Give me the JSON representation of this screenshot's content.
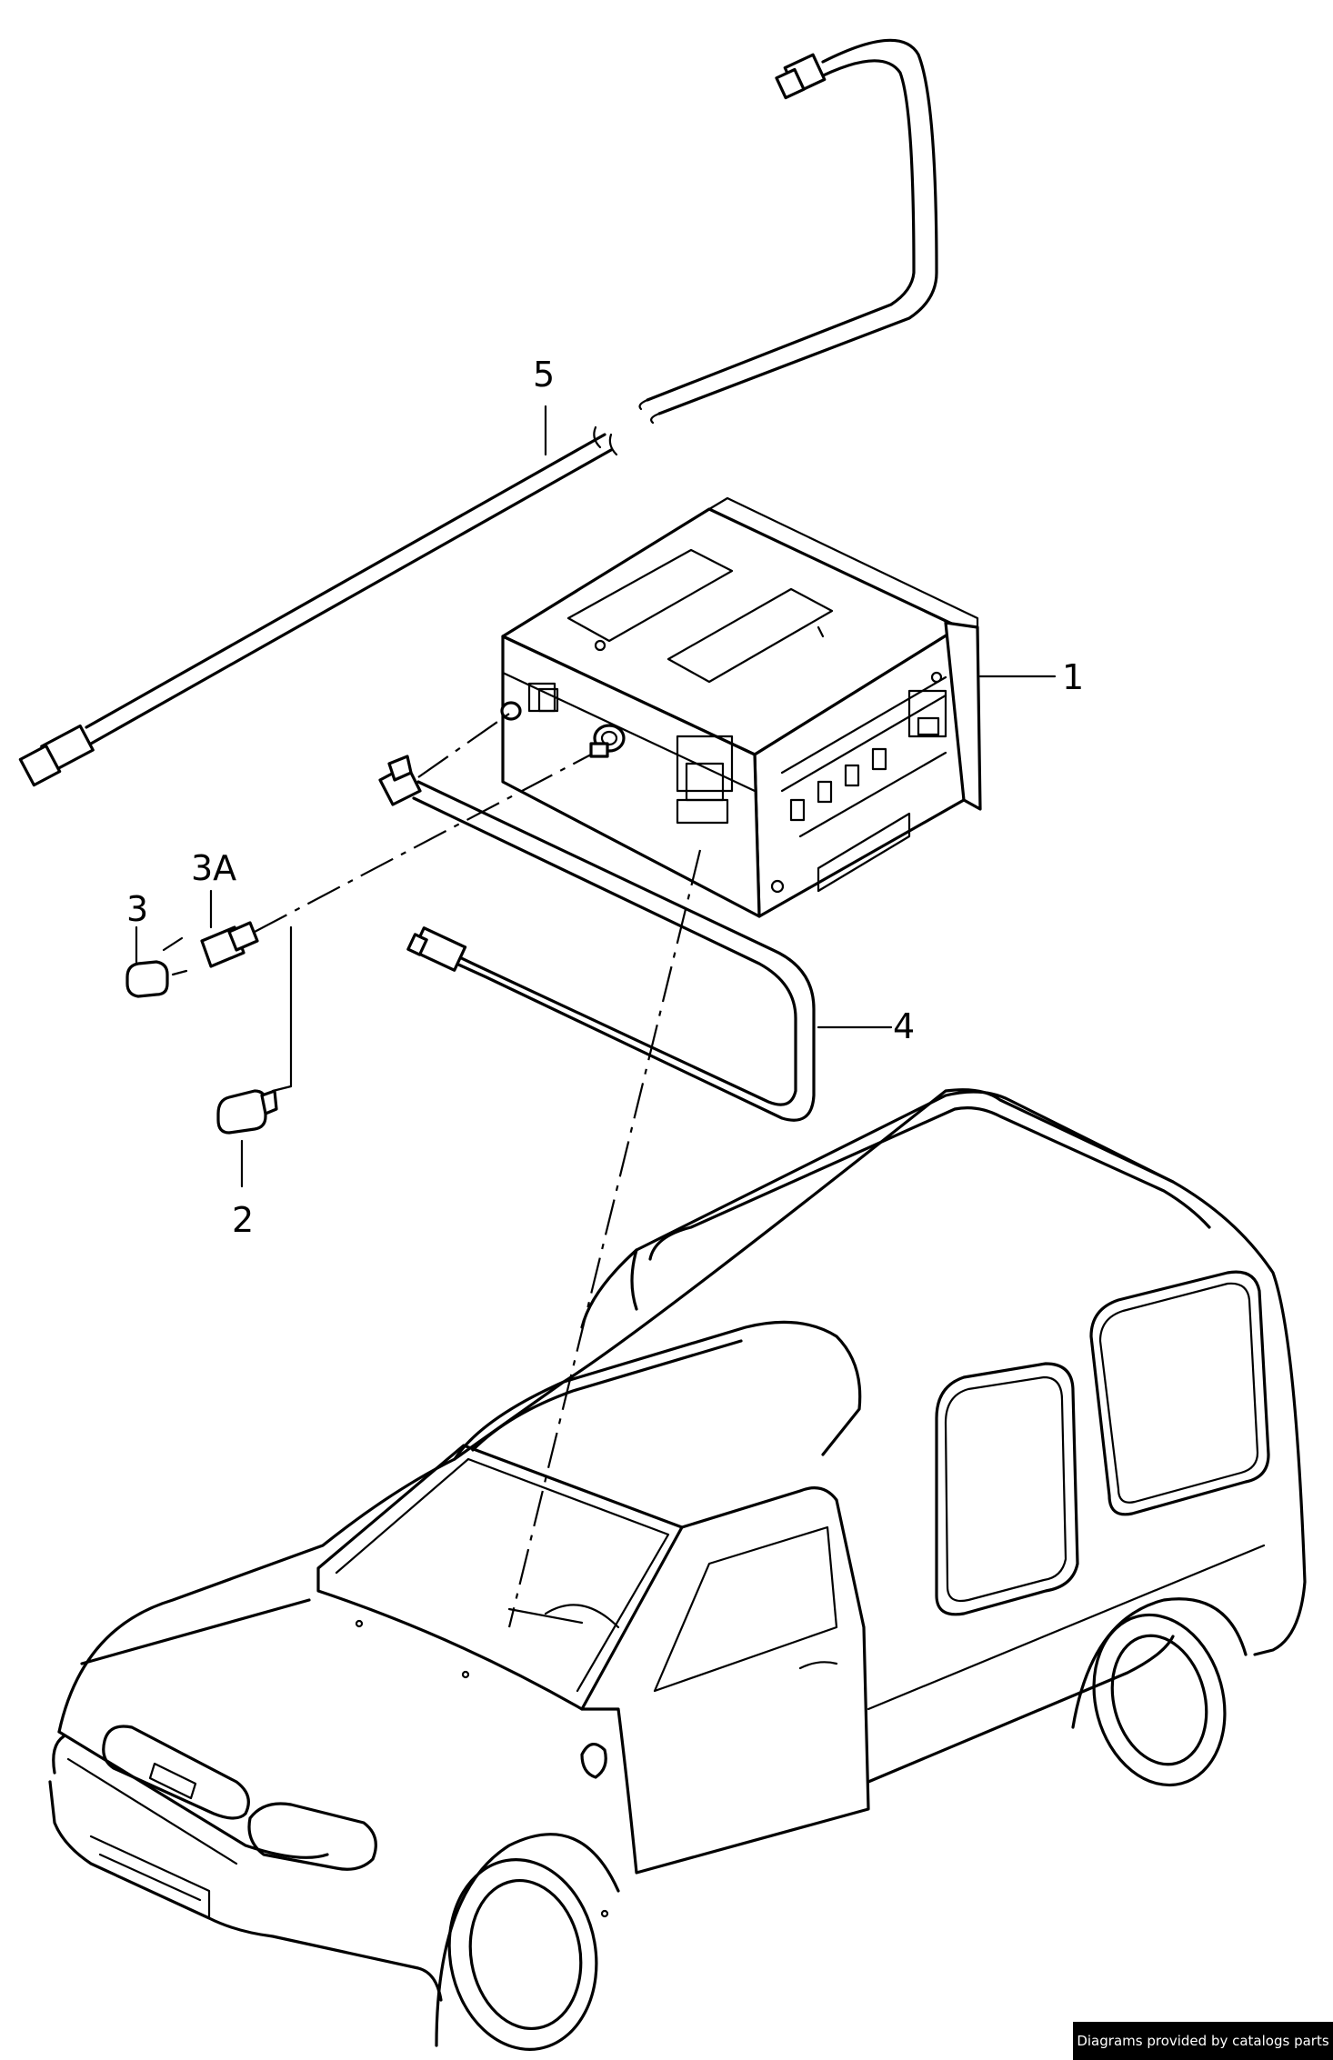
{
  "callouts": {
    "c1": "1",
    "c2": "2",
    "c3": "3",
    "c3a": "3A",
    "c4": "4",
    "c5": "5"
  },
  "credit": "Diagrams provided by catalogs parts"
}
